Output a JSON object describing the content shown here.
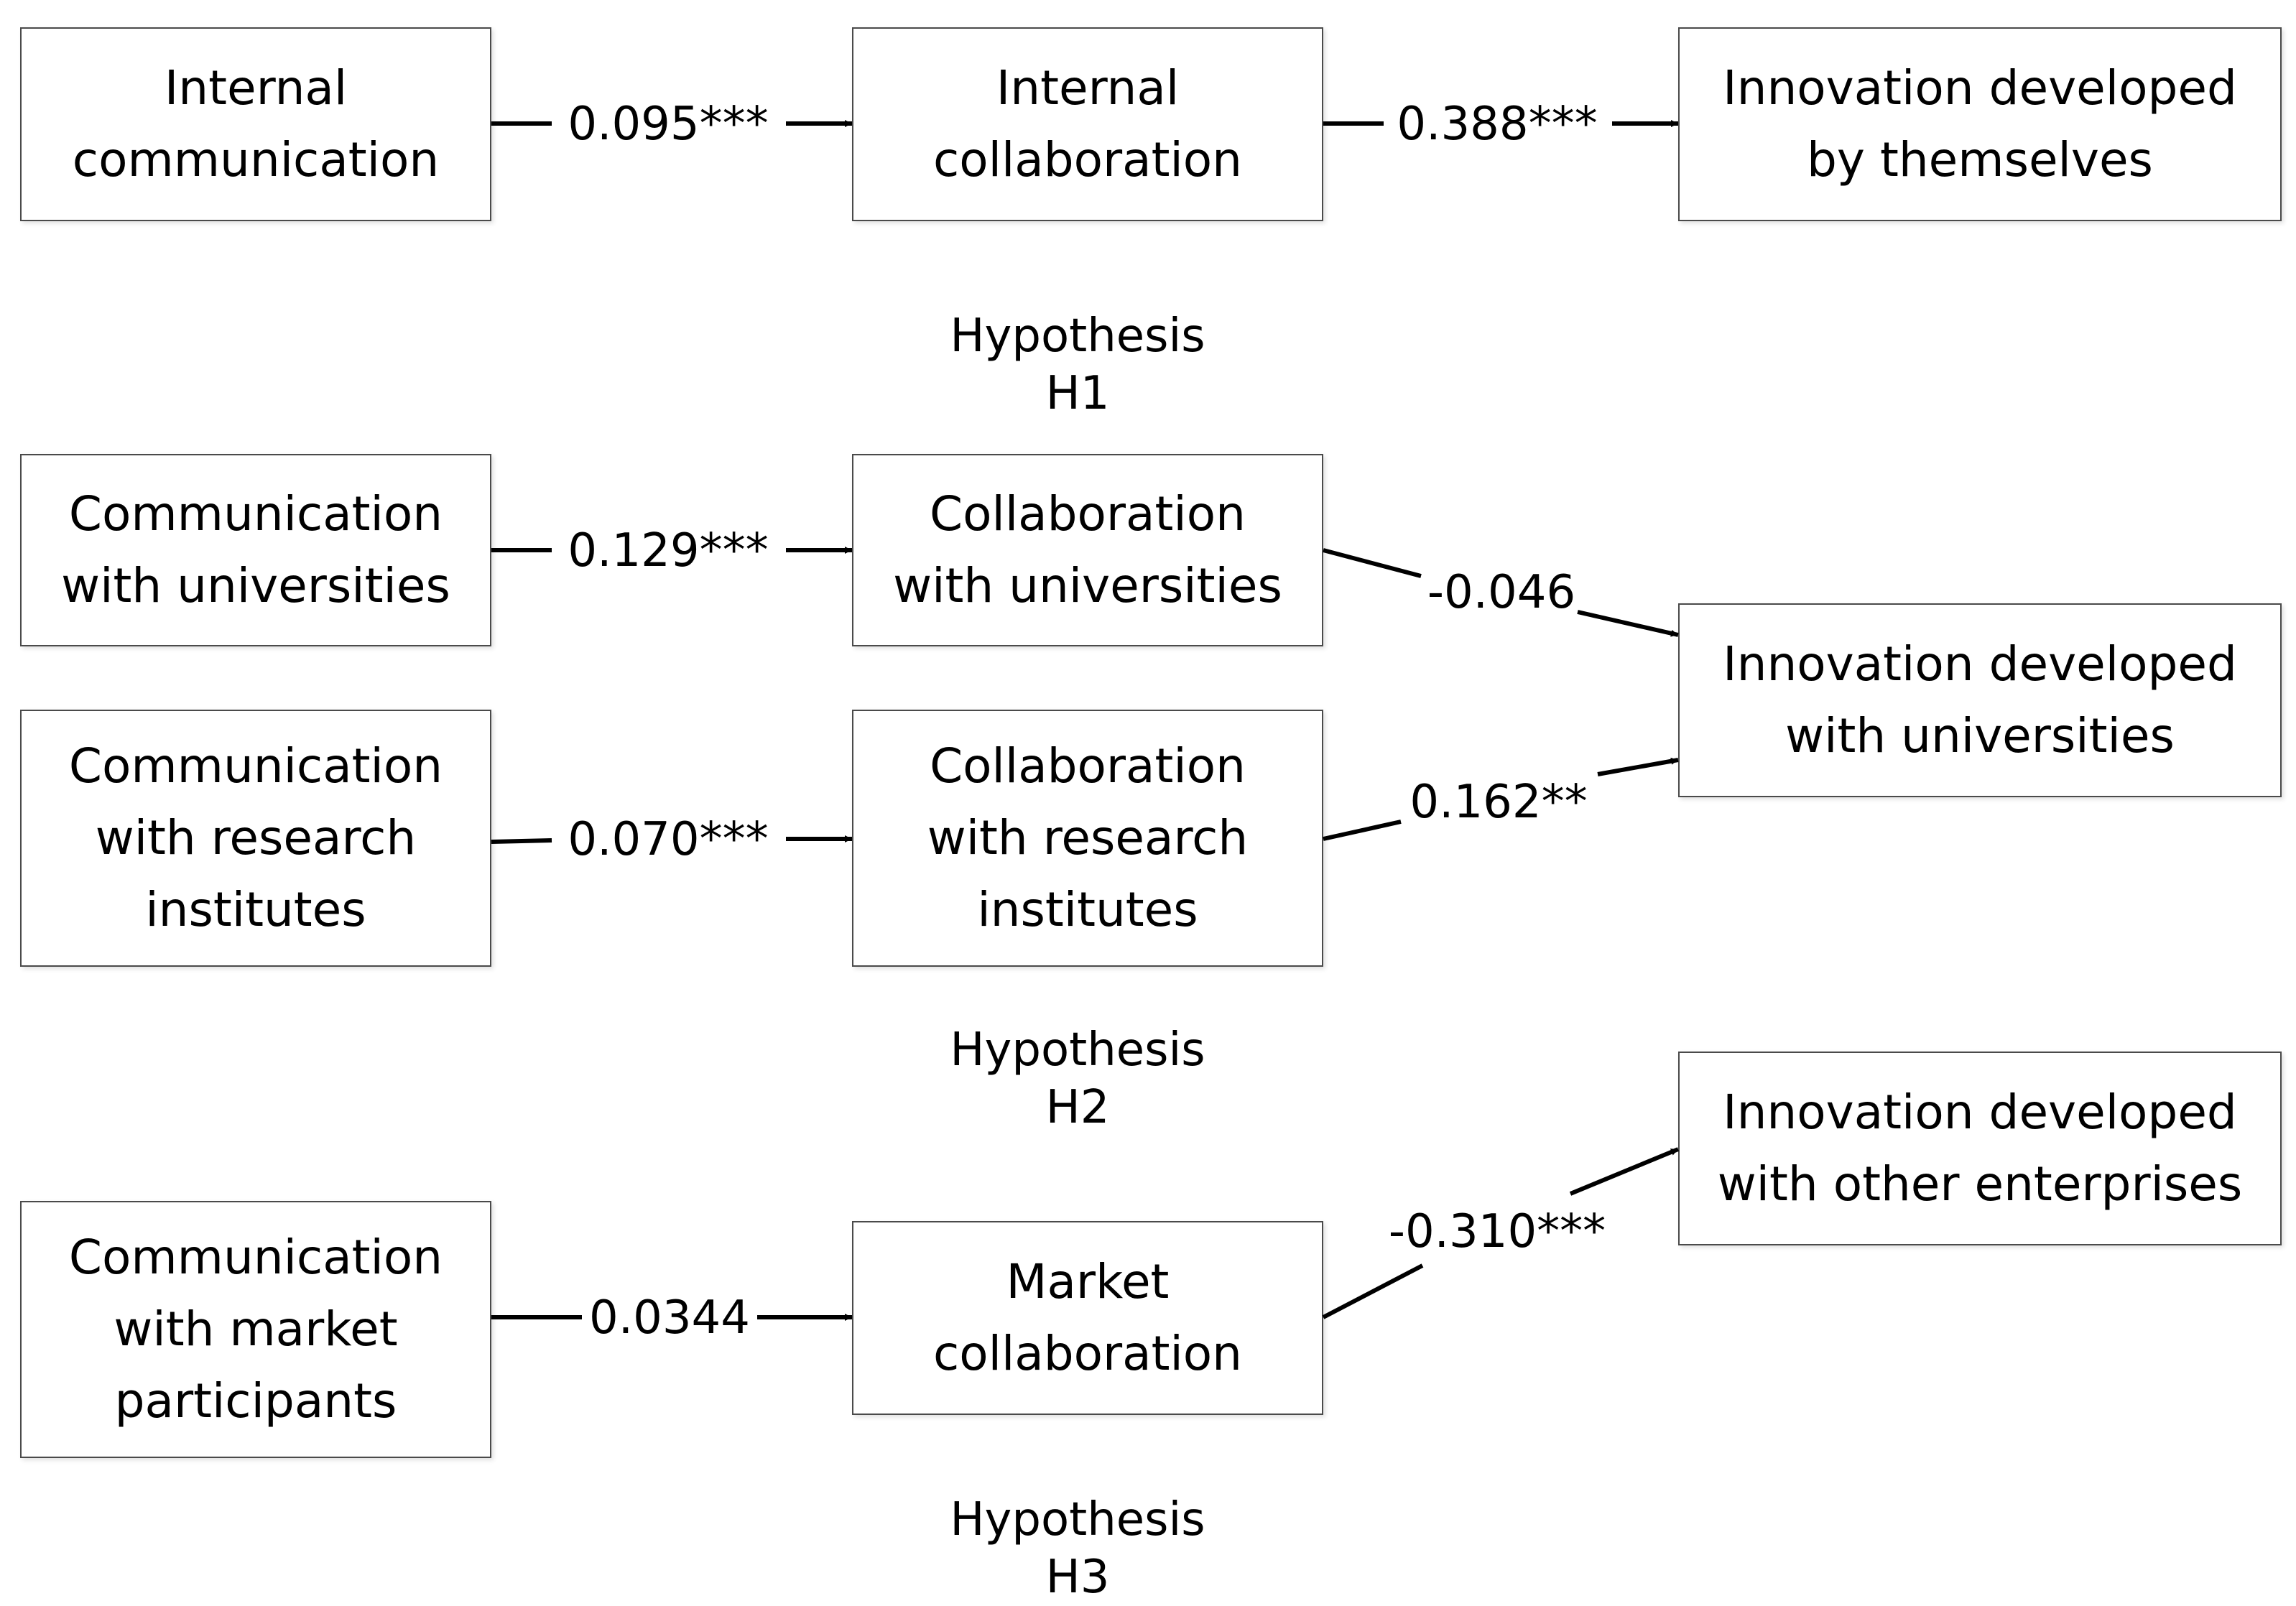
{
  "nodes": {
    "internal_communication": "Internal\ncommunication",
    "internal_collaboration": "Internal\ncollaboration",
    "innovation_themselves": "Innovation developed\nby themselves",
    "communication_universities": "Communication\nwith universities",
    "collaboration_universities": "Collaboration\nwith universities",
    "communication_research": "Communication\nwith research\ninstitutes",
    "collaboration_research": "Collaboration\nwith research\ninstitutes",
    "innovation_universities": "Innovation developed\nwith universities",
    "communication_market": "Communication\nwith market\nparticipants",
    "market_collaboration": "Market\ncollaboration",
    "innovation_enterprises": "Innovation developed\nwith other enterprises"
  },
  "edges": [
    {
      "id": "e1",
      "label": "0.095***"
    },
    {
      "id": "e2",
      "label": "0.388***"
    },
    {
      "id": "e3",
      "label": "0.129***"
    },
    {
      "id": "e4",
      "label": "-0.046"
    },
    {
      "id": "e5",
      "label": "0.070***"
    },
    {
      "id": "e6",
      "label": "0.162**"
    },
    {
      "id": "e7",
      "label": "0.0344"
    },
    {
      "id": "e8",
      "label": "-0.310***"
    }
  ],
  "captions": {
    "h1": "Hypothesis H1",
    "h2": "Hypothesis H2",
    "h3": "Hypothesis H3"
  },
  "colors": {
    "line": "#000000",
    "border": "#4a4a4a"
  }
}
